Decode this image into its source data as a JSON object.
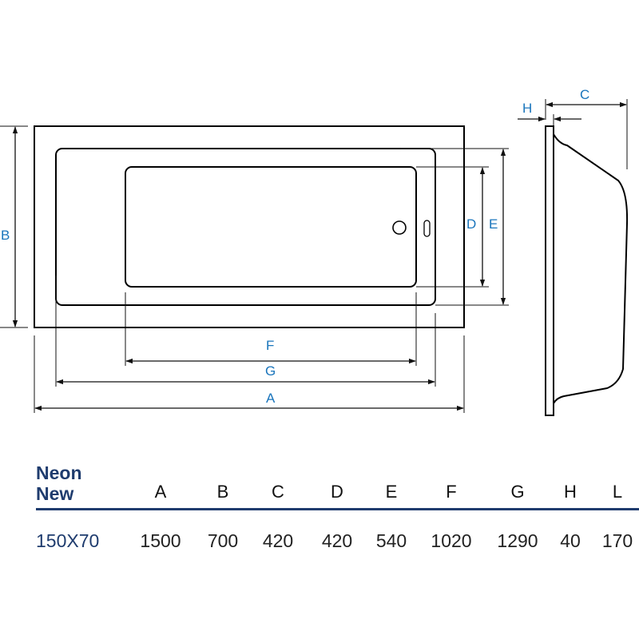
{
  "colors": {
    "outline": "#000000",
    "dimension": "#111111",
    "label_blue": "#1a75bc",
    "title_navy": "#1f3c6e"
  },
  "labels": {
    "A": "A",
    "B": "B",
    "C": "C",
    "D": "D",
    "E": "E",
    "F": "F",
    "G": "G",
    "H": "H"
  },
  "table": {
    "product_line1": "Neon",
    "product_line2": "New",
    "headers": [
      "A",
      "B",
      "C",
      "D",
      "E",
      "F",
      "G",
      "H",
      "L"
    ],
    "rows": [
      {
        "model": "150X70",
        "values": [
          "1500",
          "700",
          "420",
          "420",
          "540",
          "1020",
          "1290",
          "40",
          "170"
        ]
      }
    ]
  }
}
